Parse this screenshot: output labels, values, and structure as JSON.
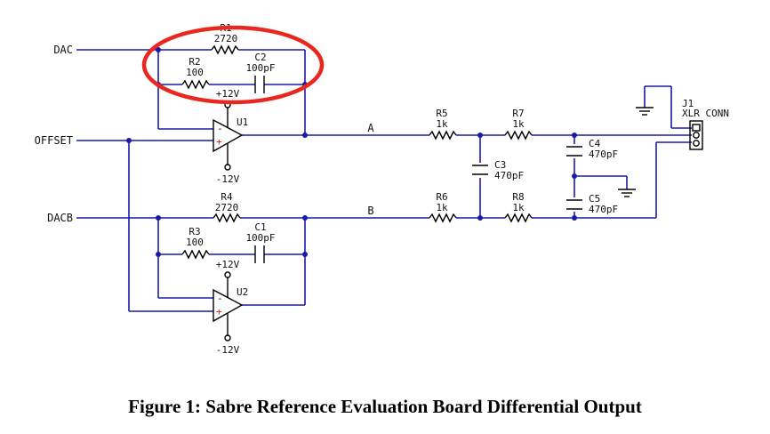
{
  "ports": {
    "dac": "DAC",
    "offset": "OFFSET",
    "dacb": "DACB"
  },
  "nets": {
    "a": "A",
    "b": "B"
  },
  "components": {
    "r1": {
      "ref": "R1",
      "value": "2720"
    },
    "r2": {
      "ref": "R2",
      "value": "100"
    },
    "c2": {
      "ref": "C2",
      "value": "100pF"
    },
    "r4": {
      "ref": "R4",
      "value": "2720"
    },
    "r3": {
      "ref": "R3",
      "value": "100"
    },
    "c1": {
      "ref": "C1",
      "value": "100pF"
    },
    "u1": {
      "ref": "U1"
    },
    "u2": {
      "ref": "U2"
    },
    "r5": {
      "ref": "R5",
      "value": "1k"
    },
    "r6": {
      "ref": "R6",
      "value": "1k"
    },
    "r7": {
      "ref": "R7",
      "value": "1k"
    },
    "r8": {
      "ref": "R8",
      "value": "1k"
    },
    "c3": {
      "ref": "C3",
      "value": "470pF"
    },
    "c4": {
      "ref": "C4",
      "value": "470pF"
    },
    "c5": {
      "ref": "C5",
      "value": "470pF"
    },
    "j1": {
      "ref": "J1",
      "value": "XLR CONN"
    }
  },
  "power": {
    "pos": "+12V",
    "neg": "-12V"
  },
  "opamp_pins": {
    "minus": "-",
    "plus": "+"
  },
  "highlight_color": "#e8281e",
  "wire_color": "#1a1aa8",
  "caption": "Figure 1: Sabre Reference Evaluation Board Differential Output"
}
